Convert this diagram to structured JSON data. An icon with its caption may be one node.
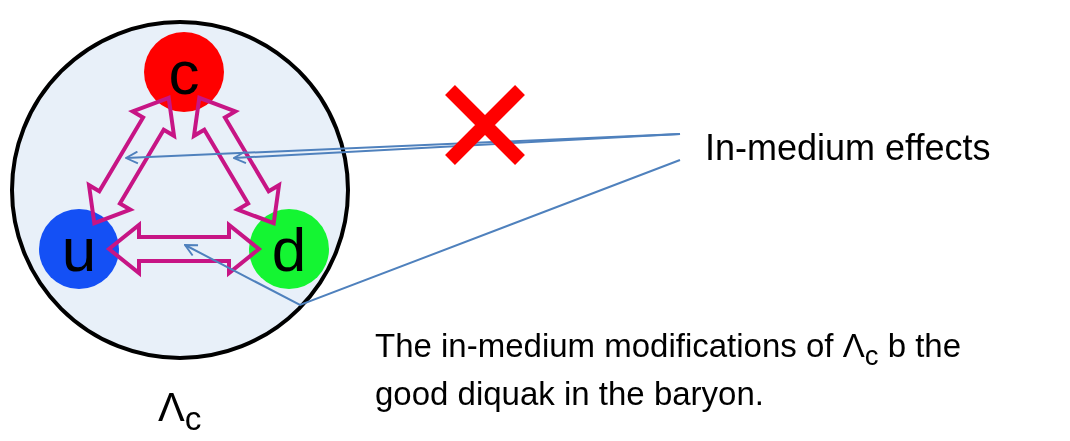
{
  "diagram": {
    "nodes": [
      {
        "text": [],
        "shape": "circle",
        "beside": [
          "Λ$_{c}$"
        ]
      },
      {
        "text": [
          "c"
        ],
        "in": 0
      },
      {
        "text": [
          "u"
        ],
        "in": 0
      },
      {
        "text": [
          "d"
        ],
        "in": 0
      },
      {
        "text": [
          "In-medium effects"
        ]
      }
    ],
    "edges": [
      {
        "from": 1,
        "to": 2,
        "arrow": "both"
      },
      {
        "from": 1,
        "to": 3,
        "arrow": "both"
      },
      {
        "from": 2,
        "to": 3,
        "arrow": "both"
      },
      {
        "from": 4,
        "to": null,
        "arrow": "to"
      },
      {
        "from": 4,
        "to": null,
        "arrow": "to"
      },
      {
        "from": 4,
        "to": null,
        "arrow": "to"
      }
    ],
    "labels": [
      "The in-medium modifications of Λ$_{c}$ b the good diquak in the baryon."
    ]
  }
}
